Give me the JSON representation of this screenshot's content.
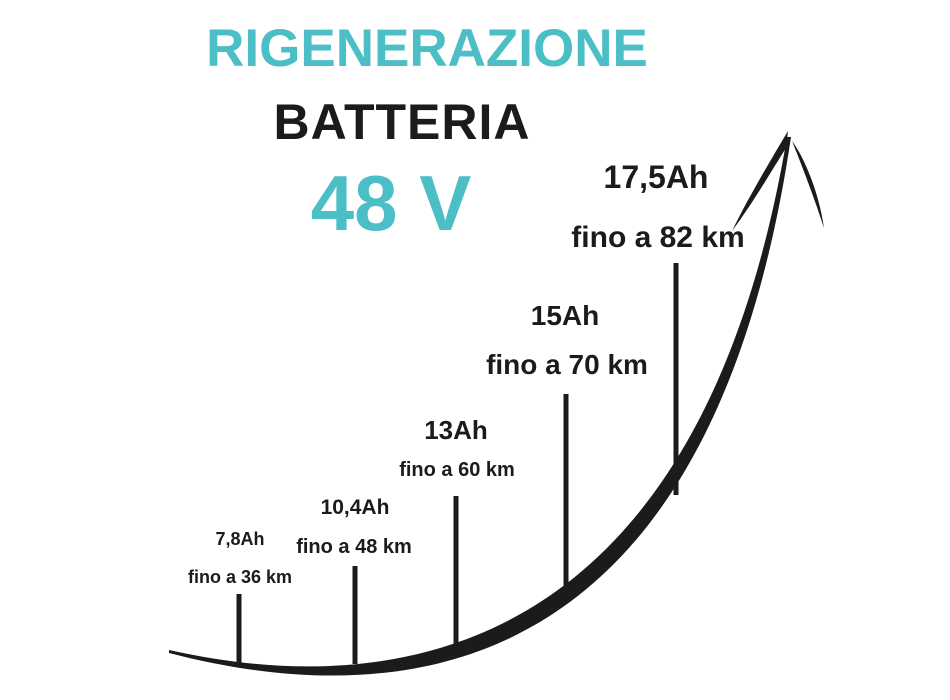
{
  "colors": {
    "accent": "#4CBEC5",
    "ink": "#1C1A1B"
  },
  "header": {
    "title_top": "RIGENERAZIONE",
    "title_mid": "BATTERIA",
    "voltage": "48 V"
  },
  "chart_data": {
    "type": "line",
    "title": "RIGENERAZIONE BATTERIA 48 V",
    "xlabel": "",
    "ylabel": "",
    "legend": "none",
    "grid": false,
    "style": "ascending curved arrow with vertical tick markers, values increase left to right",
    "categories": [
      "7,8Ah",
      "10,4Ah",
      "13Ah",
      "15Ah",
      "17,5Ah"
    ],
    "capacities_ah": [
      7.8,
      10.4,
      13,
      15,
      17.5
    ],
    "range_km": [
      36,
      48,
      60,
      70,
      82
    ],
    "points": [
      {
        "ah": "7,8Ah",
        "km": "fino a 36 km"
      },
      {
        "ah": "10,4Ah",
        "km": "fino a 48 km"
      },
      {
        "ah": "13Ah",
        "km": "fino a 60 km"
      },
      {
        "ah": "15Ah",
        "km": "fino a 70 km"
      },
      {
        "ah": "17,5Ah",
        "km": "fino a 82 km"
      }
    ]
  }
}
